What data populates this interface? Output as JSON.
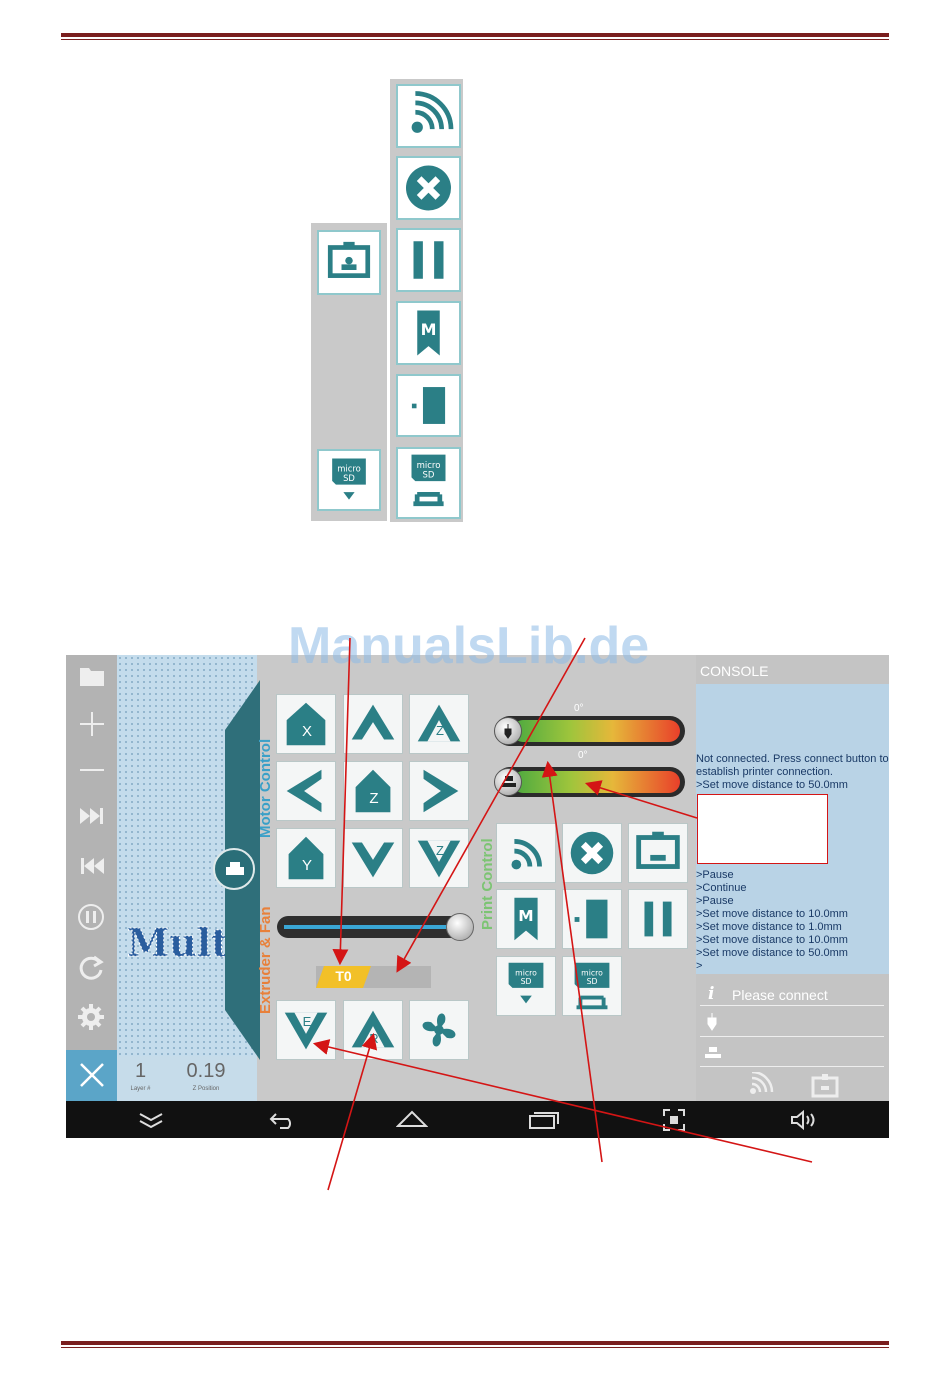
{
  "watermark": "ManualsLib.de",
  "console": {
    "title": "CONSOLE",
    "lines_top": [
      "Not connected. Press connect button to",
      "establish printer connection.",
      ">Set move distance to 50.0mm"
    ],
    "lines_bottom": [
      ">Pause",
      ">Continue",
      ">Pause",
      ">Set move distance to 10.0mm",
      ">Set move distance to 1.0mm",
      ">Set move distance to 10.0mm",
      ">Set move distance to 50.0mm",
      ">"
    ],
    "status": "Please connect"
  },
  "motor_control_label": "Motor Control",
  "extruder_fan_label": "Extruder & Fan",
  "print_control_label": "Print Control",
  "jog_buttons": {
    "x": "X",
    "z_center": "Z",
    "y": "Y",
    "z_top": "Z",
    "z_bottom": "Z",
    "e": "E",
    "r": "R"
  },
  "temps": {
    "hotend": "0°",
    "bed": "0°"
  },
  "tool_label": "T0",
  "bottom_stats": {
    "layer_value": "1",
    "layer_label": "Layer #",
    "z_value": "0.19",
    "z_label": "Z Position"
  },
  "progress": {
    "speed_slider": 0.95
  },
  "colors": {
    "teal": "#2b7f86",
    "rule": "#7a1f1f",
    "console_bg": "#b9d3e6",
    "arrow": "#d41515"
  }
}
